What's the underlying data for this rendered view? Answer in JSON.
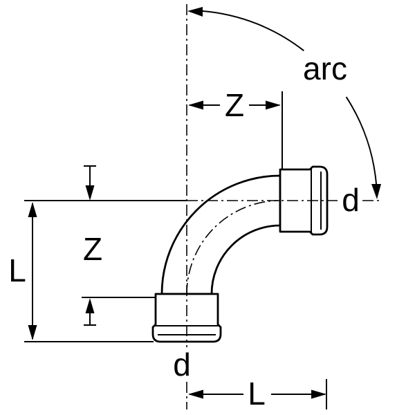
{
  "drawing": {
    "background_color": "#ffffff",
    "line_color": "#000000",
    "labels": {
      "arc": "arc",
      "z_horizontal": "Z",
      "z_vertical": "Z",
      "l_vertical": "L",
      "l_horizontal": "L",
      "d_right": "d",
      "d_bottom": "d"
    }
  }
}
